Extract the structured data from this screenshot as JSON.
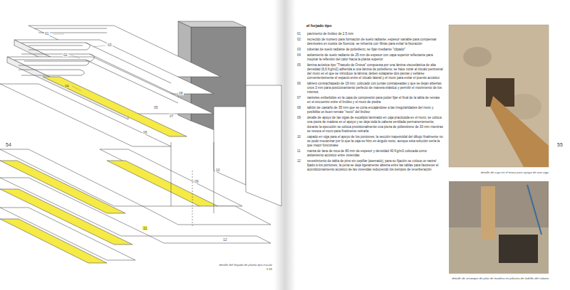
{
  "diagram": {
    "title": "el forjado tipo",
    "caption": "detalle del forjado de planta tipo escala 1:15",
    "labels": [
      "01",
      "02",
      "03",
      "04",
      "05",
      "06",
      "07",
      "08",
      "09",
      "10",
      "11",
      "12",
      "54",
      "55",
      "01",
      "pavimento de linóleo de 2,5 mm",
      "02",
      "recrecido de mortero para formación de suelo radiante; espesor variable para compensar desniveles en suelos de fluencia; se refuerza con fibras para evitar la fisuración",
      "03",
      "tuberías de suelo radiante de polietileno; se fijan mediante \"clipado\"",
      "04",
      "aislamiento de suelo radiante de 25 mm de espesor con capa superior reflectante para mejorar la reflexión del calor hacia la planta superior",
      "05",
      "lámina acústica tipo \"Trasudo de Onova\" compuesta por una lámina viscoelástica de alta densidad (6,6 Kg/m2) adherida a una lámina de polietileno; se hace rozar al zócalo perimetral del muro en el que se introduce la lámina; deben solaparse dos piezas y sellarse convenientemente el espacio entre el zócalo lateral y el muro para evitar el puente acústico",
      "06",
      "tablero contrachapado de 19 mm; colocado con juntas contrapeadas y que se dejan abiertas unos 3 mm para posicionamiento perfecto de manera elástica y permitir el movimiento de los mismos",
      "07",
      "rastreles embebidos en la capa de compresión para poder fijar el final de la tabla de remate en el encuentro entre el linóleo y el muro de piedra",
      "08",
      "tablón de castaño de 35 mm que se corta encajándose a las irregularidades del muro y posibilita un buen remate \"recto\" del linóleo",
      "09",
      "detalle de apoyo de las vigas de eucalipto laminado en caja practicada en el muro; se coloca una pieza de madera en el apoyo y se deja toda la cabeza ventilada permanentemente; durante la ejecución se coloca provisionalmente una pieza de poliestireno de 30 mm mientras se revoca el muro para finalmente retirarla",
      "10",
      "capado en viga para el apoyo de los pontones; la sección trapezoidal del dibujo finalmente no se pudo mecanizar por lo que la caja se hizo en ángulo recto, aunque esta solución sería la que mejor funcionase",
      "11",
      "manta de lana de roca de 80 mm de espesor y densidad 40 Kg/m3 colocada como aislamiento acústico entre viviendas",
      "12",
      "revestimiento de tabla de pino sin cepillar (aserrado), para su fijación se coloca un rastrel fijado a los pontones; la junta se deja ligeramente abierta entre las tablas para favorecer el acondicionamiento acústico de las viviendas reduciendo los tiempos de reverberación",
      "detalle de caja en el muro para apoyo de una viga",
      "detalle de arranque de pilar de madera en pilastra de ladrillo del sótano"
    ]
  }
}
